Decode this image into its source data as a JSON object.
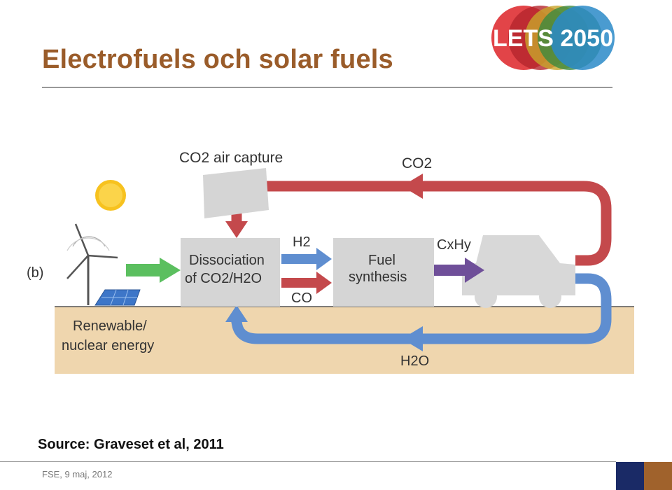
{
  "slide": {
    "title": "Electrofuels och solar fuels",
    "source": "Source: Graveset et al, 2011",
    "footer": "FSE, 9 maj, 2012"
  },
  "logo": {
    "text": "LETS 2050"
  },
  "diagram": {
    "panel_label": "(b)",
    "co2_air_capture": "CO2 air capture",
    "co2_return": "CO2",
    "h2": "H2",
    "co": "CO",
    "dissociation_line1": "Dissociation",
    "dissociation_line2": "of CO2/H2O",
    "fuel_line1": "Fuel",
    "fuel_line2": "synthesis",
    "cxhy": "CxHy",
    "h2o_return": "H2O",
    "renewable_line1": "Renewable/",
    "renewable_line2": "nuclear energy"
  },
  "colors": {
    "title": "#9a5c2a",
    "red_loop": "#c4494c",
    "blue_loop": "#5f8ed0",
    "green_arrow": "#5bbf5f",
    "purple_arrow": "#6f4f99",
    "ground": "#efd6ae",
    "grey_box": "#d5d5d5"
  },
  "icons": [
    "sun-icon",
    "wind-turbine-icon",
    "solar-panel-icon",
    "car-icon",
    "co2-capture-unit-icon"
  ]
}
